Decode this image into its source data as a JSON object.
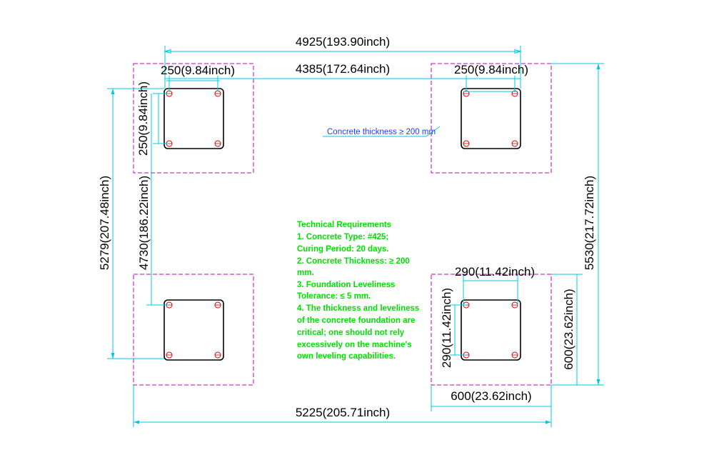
{
  "dimensions": {
    "top_overall": "4925(193.90inch)",
    "top_inner": "4385(172.64inch)",
    "top_left_plate": "250(9.84inch)",
    "top_right_plate": "250(9.84inch)",
    "left_plate_height": "250(9.84inch)",
    "left_overall": "5279(207.48inch)",
    "left_inner": "4730(186.22inch)",
    "right_overall": "5530(217.72inch)",
    "br_plate_width": "290(11.42inch)",
    "br_plate_height": "290(11.42inch)",
    "br_zone_height": "600(23.62inch)",
    "br_zone_width": "600(23.62inch)",
    "bottom_overall": "5225(205.71inch)"
  },
  "note": "Concrete thickness ≥ 200 mm",
  "requirements": [
    "Technical Requirements",
    "1. Concrete Type: #425;",
    "Curing Period: 20 days.",
    "2. Concrete Thickness: ≥ 200",
    "mm.",
    "3. Foundation Leveliness",
    "Tolerance: ≤ 5 mm.",
    "4. The thickness and leveliness",
    "of the concrete foundation are",
    "critical; one should not rely",
    "excessively on the machine's",
    "own leveling capabilities."
  ],
  "colors": {
    "zone": "#c000c0",
    "dimension": "#00c8e0",
    "bolt": "#d00000",
    "note": "#1a3cff",
    "requirements": "#00e000"
  }
}
